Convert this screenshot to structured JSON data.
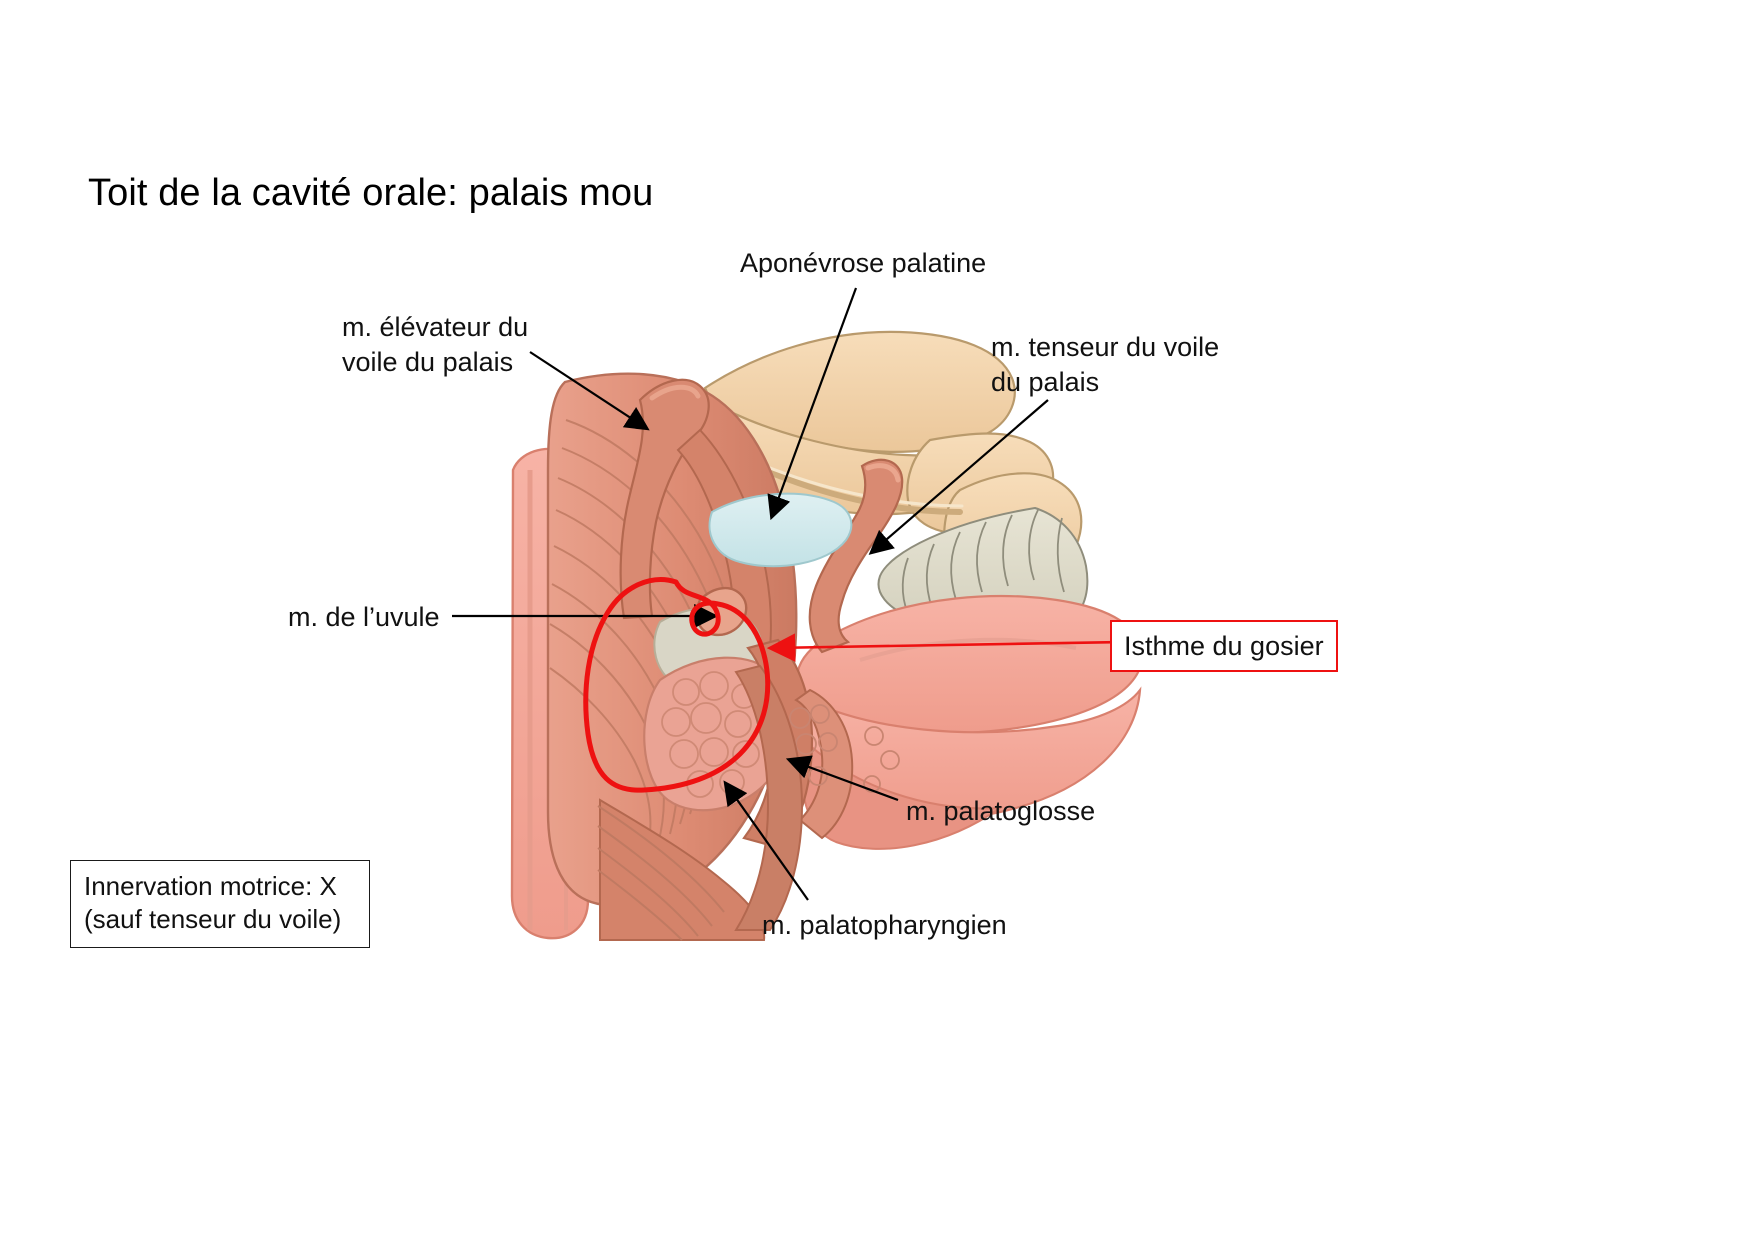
{
  "slide": {
    "title": "Toit de la cavité orale: palais mou",
    "background_color": "#ffffff"
  },
  "labels": {
    "aponevrose": "Aponévrose palatine",
    "elevateur": "m. élévateur du\nvoile du palais",
    "tenseur": "m. tenseur du voile\ndu palais",
    "uvule": "m. de l’uvule",
    "palatoglosse": "m. palatoglosse",
    "palatopharyngien": "m. palatopharyngien"
  },
  "callouts": {
    "isthme": {
      "text": "Isthme du gosier",
      "border_color": "#ee1111",
      "text_color": "#111111"
    },
    "innervation": {
      "text": "Innervation motrice: X\n(sauf tenseur du voile)",
      "border_color": "#1a1a1a",
      "text_color": "#111111"
    }
  },
  "annotation": {
    "highlight_color": "#ee1111",
    "highlight_shape": "hand-drawn-loop-around-uvula-muscle",
    "arrow_color": "#000000"
  },
  "illustration": {
    "name": "coupe-sagittale-palais-mou",
    "colors": {
      "muscle_light": "#e89a85",
      "muscle_mid": "#d9846c",
      "muscle_dark": "#c4705a",
      "mucosa_pink": "#f4a79a",
      "bone_tan": "#f2d3ab",
      "bone_tan_dark": "#e0bd91",
      "tooth_cream": "#dedbc9",
      "aponeurosis_blue": "#cfe8ea",
      "tonsil": "#eaa394",
      "outline": "#7a5a4a"
    }
  }
}
